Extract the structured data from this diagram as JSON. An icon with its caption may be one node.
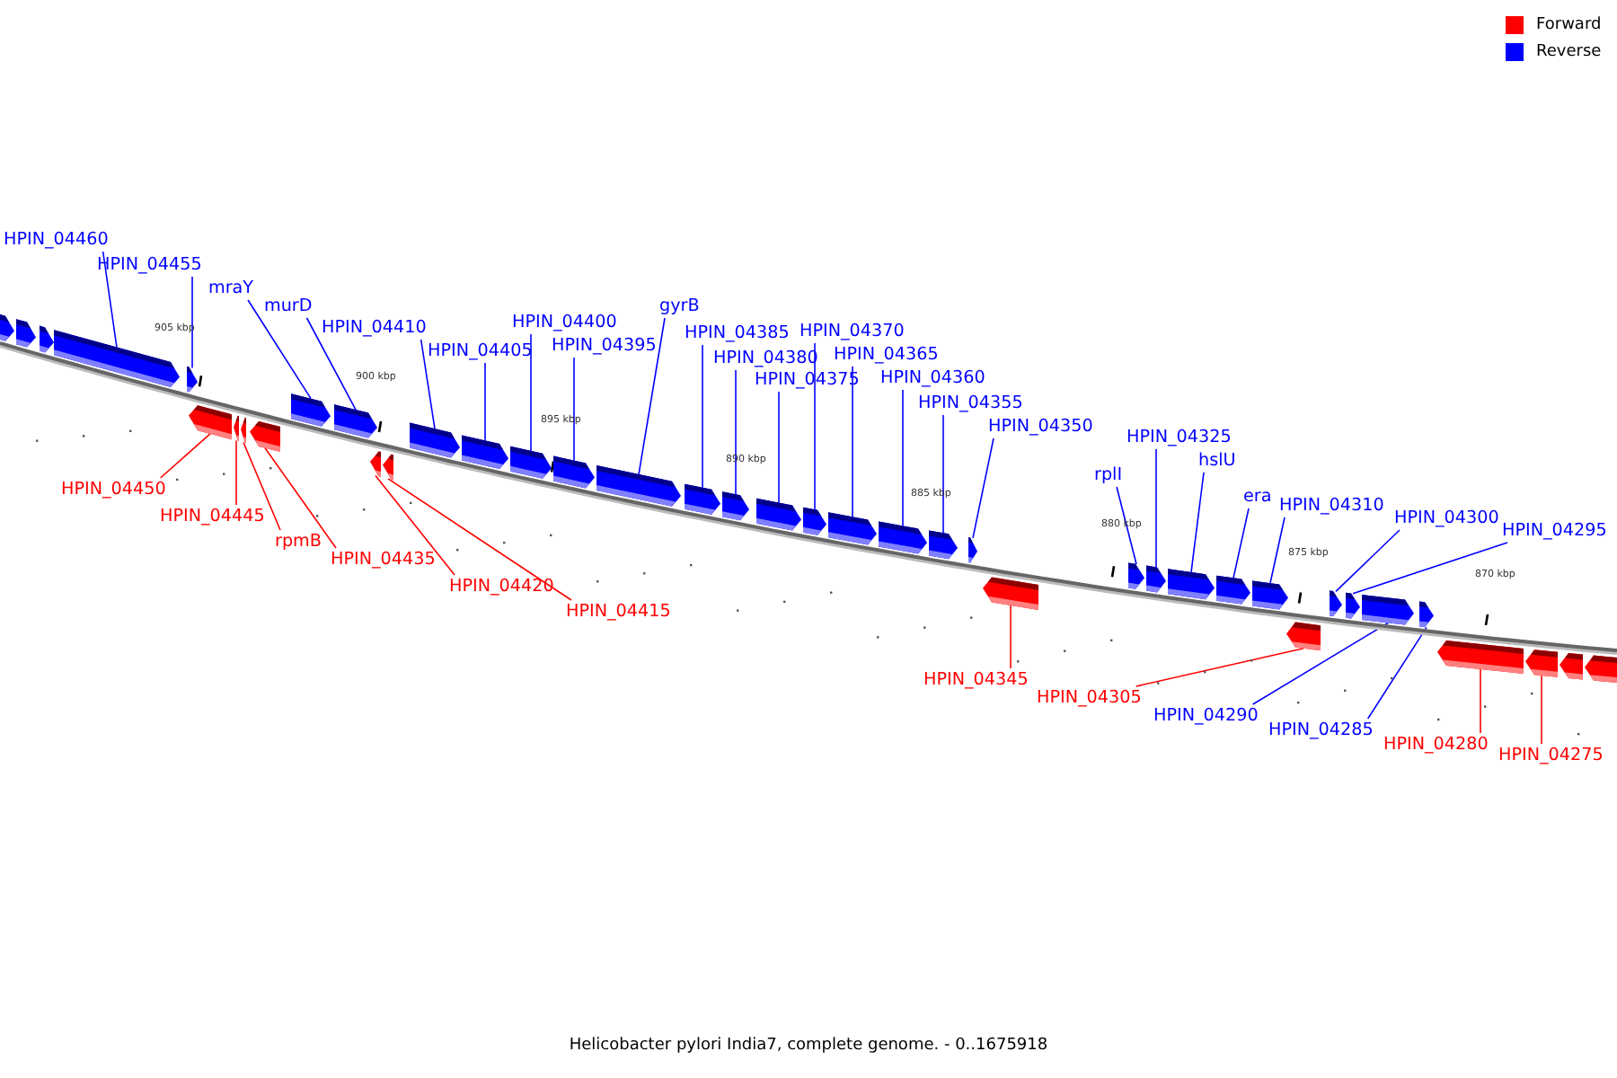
{
  "diagram": {
    "caption": "Helicobacter pylori India7, complete genome. - 0..1675918",
    "nodes": [
      {
        "text": [
          "HPIN_04460"
        ]
      },
      {
        "text": [
          "HPIN_04455"
        ]
      },
      {
        "text": [
          "mraY"
        ]
      },
      {
        "text": [
          "murD"
        ]
      },
      {
        "text": [
          "HPIN_04410"
        ]
      },
      {
        "text": [
          "HPIN_04405"
        ]
      },
      {
        "text": [
          "HPIN_04400"
        ]
      },
      {
        "text": [
          "HPIN_04395"
        ]
      },
      {
        "text": [
          "gyrB"
        ]
      },
      {
        "text": [
          "HPIN_04385"
        ]
      },
      {
        "text": [
          "HPIN_04380"
        ]
      },
      {
        "text": [
          "HPIN_04375"
        ]
      },
      {
        "text": [
          "HPIN_04370"
        ]
      },
      {
        "text": [
          "HPIN_04365"
        ]
      },
      {
        "text": [
          "HPIN_04360"
        ]
      },
      {
        "text": [
          "HPIN_04355"
        ]
      },
      {
        "text": [
          "HPIN_04350"
        ]
      },
      {
        "text": [
          "rplI"
        ]
      },
      {
        "text": [
          "HPIN_04325"
        ]
      },
      {
        "text": [
          "hslU"
        ]
      },
      {
        "text": [
          "era"
        ]
      },
      {
        "text": [
          "HPIN_04310"
        ]
      },
      {
        "text": [
          "HPIN_04300"
        ]
      },
      {
        "text": [
          "HPIN_04295"
        ]
      },
      {
        "text": [
          "HPIN_04450"
        ]
      },
      {
        "text": [
          "HPIN_04445"
        ]
      },
      {
        "text": [
          "rpmB"
        ]
      },
      {
        "text": [
          "HPIN_04435"
        ]
      },
      {
        "text": [
          "HPIN_04420"
        ]
      },
      {
        "text": [
          "HPIN_04415"
        ]
      },
      {
        "text": [
          "HPIN_04345"
        ]
      },
      {
        "text": [
          "HPIN_04305"
        ]
      },
      {
        "text": [
          "HPIN_04290"
        ]
      },
      {
        "text": [
          "HPIN_04285"
        ]
      },
      {
        "text": [
          "HPIN_04280"
        ]
      },
      {
        "text": [
          "HPIN_04275"
        ]
      },
      {
        "text": [],
        "shape": "arrow"
      },
      {
        "text": [],
        "shape": "arrow"
      },
      {
        "text": [],
        "shape": "arrow"
      },
      {
        "text": [],
        "shape": "arrow"
      },
      {
        "text": [],
        "shape": "arrow"
      },
      {
        "text": [],
        "shape": "arrow"
      },
      {
        "text": [],
        "shape": "arrow"
      },
      {
        "text": [],
        "shape": "arrow"
      },
      {
        "text": [],
        "shape": "arrow"
      },
      {
        "text": [],
        "shape": "arrow"
      },
      {
        "text": [],
        "shape": "arrow"
      },
      {
        "text": [],
        "shape": "arrow"
      },
      {
        "text": [],
        "shape": "arrow"
      },
      {
        "text": [],
        "shape": "arrow"
      },
      {
        "text": [],
        "shape": "arrow"
      },
      {
        "text": [],
        "shape": "arrow"
      },
      {
        "text": [],
        "shape": "arrow"
      },
      {
        "text": [],
        "shape": "arrow"
      },
      {
        "text": [],
        "shape": "arrow"
      },
      {
        "text": [],
        "shape": "arrow"
      },
      {
        "text": [],
        "shape": "arrow"
      },
      {
        "text": [],
        "shape": "arrow"
      },
      {
        "text": [],
        "shape": "arrow"
      },
      {
        "text": [],
        "shape": "arrow"
      },
      {
        "text": [],
        "shape": "arrow"
      },
      {
        "text": [],
        "shape": "arrow"
      },
      {
        "text": [],
        "shape": "arrow"
      },
      {
        "text": [],
        "shape": "arrow"
      },
      {
        "text": [],
        "shape": "arrow"
      },
      {
        "text": [],
        "shape": "arrow"
      },
      {
        "text": [],
        "shape": "arrow"
      },
      {
        "text": [],
        "shape": "arrow"
      },
      {
        "text": [],
        "shape": "arrow"
      },
      {
        "text": [],
        "shape": "arrow"
      },
      {
        "text": [],
        "shape": "arrow"
      },
      {
        "text": [],
        "shape": "arrow"
      },
      {
        "text": [],
        "shape": "arrow"
      },
      {
        "text": [],
        "shape": "arrow"
      },
      {
        "text": [],
        "shape": "arrow"
      },
      {
        "text": [],
        "shape": "arrow"
      },
      {
        "text": [],
        "shape": "arrow"
      }
    ],
    "edges": [
      {
        "from": 0,
        "to": 36,
        "arrow": "none"
      },
      {
        "from": 1,
        "to": 37,
        "arrow": "none"
      },
      {
        "from": 2,
        "to": 38,
        "arrow": "none"
      },
      {
        "from": 3,
        "to": 39,
        "arrow": "none"
      },
      {
        "from": 4,
        "to": 40,
        "arrow": "none"
      },
      {
        "from": 5,
        "to": 41,
        "arrow": "none"
      },
      {
        "from": 6,
        "to": 42,
        "arrow": "none"
      },
      {
        "from": 7,
        "to": 43,
        "arrow": "none"
      },
      {
        "from": 8,
        "to": 44,
        "arrow": "none"
      },
      {
        "from": 9,
        "to": 45,
        "arrow": "none"
      },
      {
        "from": 10,
        "to": 46,
        "arrow": "none"
      },
      {
        "from": 11,
        "to": 47,
        "arrow": "none"
      },
      {
        "from": 12,
        "to": 48,
        "arrow": "none"
      },
      {
        "from": 13,
        "to": 49,
        "arrow": "none"
      },
      {
        "from": 14,
        "to": 50,
        "arrow": "none"
      },
      {
        "from": 15,
        "to": 51,
        "arrow": "none"
      },
      {
        "from": 16,
        "to": 52,
        "arrow": "none"
      },
      {
        "from": 17,
        "to": 53,
        "arrow": "none"
      },
      {
        "from": 18,
        "to": 54,
        "arrow": "none"
      },
      {
        "from": 19,
        "to": 55,
        "arrow": "none"
      },
      {
        "from": 20,
        "to": 56,
        "arrow": "none"
      },
      {
        "from": 21,
        "to": 57,
        "arrow": "none"
      },
      {
        "from": 22,
        "to": 58,
        "arrow": "none"
      },
      {
        "from": 23,
        "to": 59,
        "arrow": "none"
      },
      {
        "from": 24,
        "to": 60,
        "arrow": "none",
        "color": "#ff0000"
      },
      {
        "from": 25,
        "to": 61,
        "arrow": "none",
        "color": "#ff0000"
      },
      {
        "from": 26,
        "to": 62,
        "arrow": "none",
        "color": "#ff0000"
      },
      {
        "from": 27,
        "to": 63,
        "arrow": "none",
        "color": "#ff0000"
      },
      {
        "from": 28,
        "to": 64,
        "arrow": "none",
        "color": "#ff0000"
      },
      {
        "from": 29,
        "to": 65,
        "arrow": "none",
        "color": "#ff0000"
      },
      {
        "from": 30,
        "to": 66,
        "arrow": "none",
        "color": "#ff0000"
      },
      {
        "from": 31,
        "to": 67,
        "arrow": "none",
        "color": "#ff0000"
      },
      {
        "from": 32,
        "to": 68,
        "arrow": "none"
      },
      {
        "from": 33,
        "to": 69,
        "arrow": "none"
      },
      {
        "from": 34,
        "to": 70,
        "arrow": "none",
        "color": "#ff0000"
      },
      {
        "from": 35,
        "to": 71,
        "arrow": "none",
        "color": "#ff0000"
      }
    ],
    "labels": [
      "905 kbp",
      "900 kbp",
      "895 kbp",
      "890 kbp",
      "885 kbp",
      "880 kbp",
      "875 kbp",
      "870 kbp"
    ],
    "legend": [
      {
        "text": "Forward",
        "color": "#ff0000"
      },
      {
        "text": "Reverse",
        "color": "#0000ff"
      }
    ]
  }
}
